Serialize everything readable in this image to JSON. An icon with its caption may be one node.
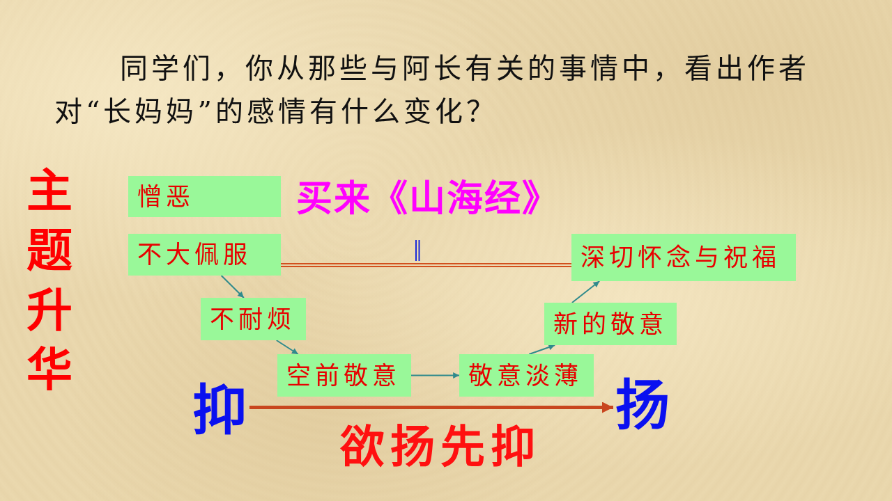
{
  "diagram": {
    "title": "同学们，你从那些与阿长有关的事情中，看出作者对“长妈妈”的感情有什么变化？",
    "nodes": [
      {
        "text": [
          "憎恶"
        ]
      },
      {
        "text": [
          "不大佩服"
        ]
      },
      {
        "text": [
          "不耐烦"
        ]
      },
      {
        "text": [
          "空前敬意"
        ]
      },
      {
        "text": [
          "敬意淡薄"
        ]
      },
      {
        "text": [
          "新的敬意"
        ]
      },
      {
        "text": [
          "深切怀念与祝福"
        ]
      },
      {
        "text": [
          "抑"
        ]
      },
      {
        "text": [
          "扬"
        ]
      }
    ],
    "edges": [
      {
        "from": 1,
        "to": 2,
        "arrow": "to"
      },
      {
        "from": 2,
        "to": 3,
        "arrow": "to"
      },
      {
        "from": 3,
        "to": 4,
        "arrow": "to"
      },
      {
        "from": 4,
        "to": 5,
        "arrow": "to"
      },
      {
        "from": 5,
        "to": 6,
        "arrow": "to"
      },
      {
        "from": 1,
        "to": 6,
        "arrow": "none",
        "color": "#d2501e"
      },
      {
        "from": 7,
        "to": 8,
        "arrow": "to",
        "style": "thick",
        "color": "#c8461e"
      }
    ],
    "labels": [
      "主题升华",
      "买来《山海经》",
      "欲扬先抑"
    ]
  }
}
